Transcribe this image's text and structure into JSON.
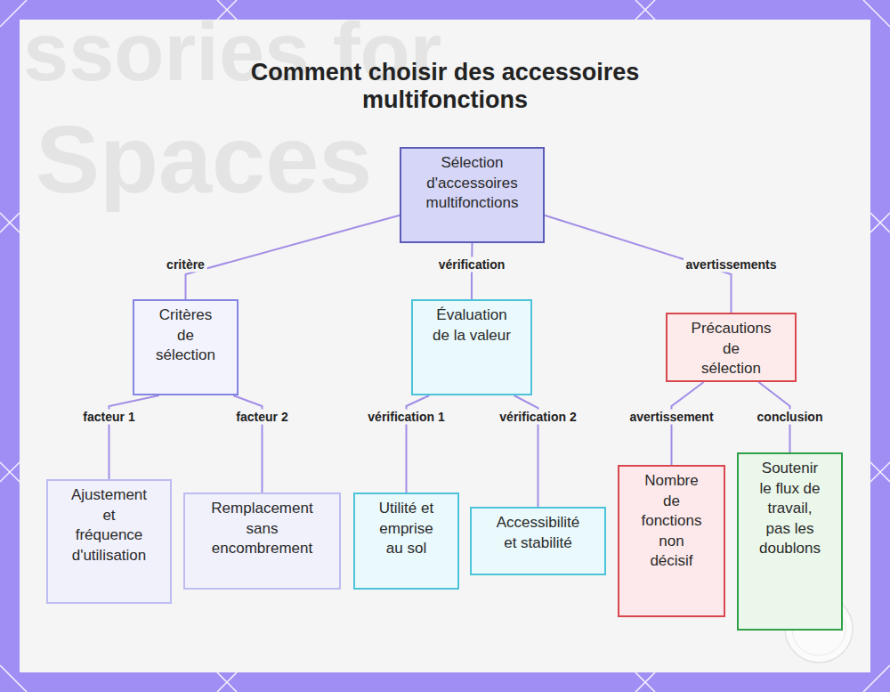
{
  "diagram": {
    "title": "Comment choisir des accessoires multifonctions",
    "nodes": [
      {
        "text": [
          "Sélection d'accessoires multifonctions"
        ]
      },
      {
        "text": [
          "Critères de sélection"
        ]
      },
      {
        "text": [
          "Évaluation de la valeur"
        ]
      },
      {
        "text": [
          "Précautions de sélection"
        ]
      },
      {
        "text": [
          "Ajustement et fréquence d'utilisation"
        ]
      },
      {
        "text": [
          "Remplacement sans encombrement"
        ]
      },
      {
        "text": [
          "Utilité et emprise au sol"
        ]
      },
      {
        "text": [
          "Accessibilité et stabilité"
        ]
      },
      {
        "text": [
          "Nombre de fonctions non décisif"
        ]
      },
      {
        "text": [
          "Soutenir le flux de travail, pas les doublons"
        ]
      }
    ],
    "edges": [
      {
        "from": 0,
        "to": 1,
        "label": "critère",
        "arrow": "none"
      },
      {
        "from": 0,
        "to": 2,
        "label": "vérification",
        "arrow": "none"
      },
      {
        "from": 0,
        "to": 3,
        "label": "avertissements",
        "arrow": "none"
      },
      {
        "from": 1,
        "to": 4,
        "label": "facteur 1",
        "arrow": "none"
      },
      {
        "from": 1,
        "to": 5,
        "label": "facteur 2",
        "arrow": "none"
      },
      {
        "from": 2,
        "to": 6,
        "label": "vérification 1",
        "arrow": "none"
      },
      {
        "from": 2,
        "to": 7,
        "label": "vérification 2",
        "arrow": "none"
      },
      {
        "from": 3,
        "to": 8,
        "label": "avertissement",
        "arrow": "none"
      },
      {
        "from": 3,
        "to": 9,
        "label": "conclusion",
        "arrow": "none"
      }
    ],
    "labels": [
      "ssories for",
      "Spaces"
    ]
  }
}
